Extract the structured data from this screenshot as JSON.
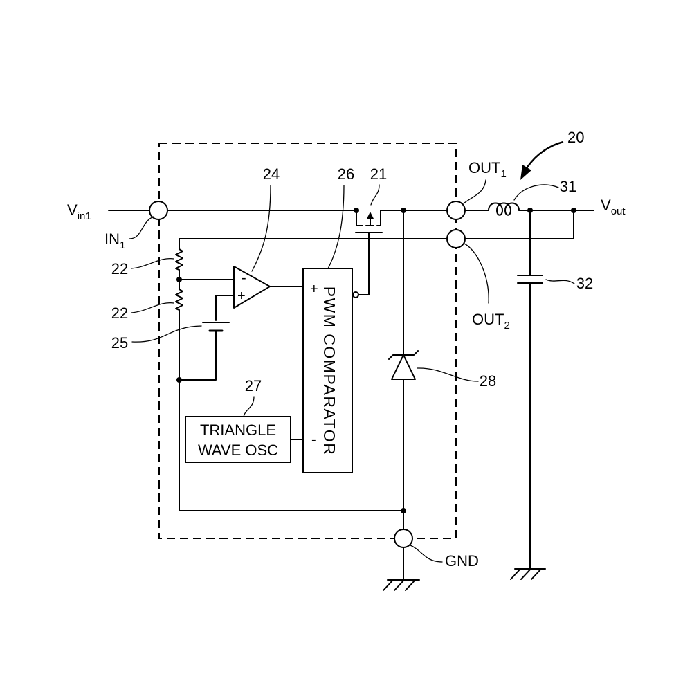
{
  "labels": {
    "ref_20": "20",
    "ref_21": "21",
    "ref_22_upper": "22",
    "ref_22_lower": "22",
    "ref_24": "24",
    "ref_25": "25",
    "ref_26": "26",
    "ref_27": "27",
    "ref_28": "28",
    "ref_31": "31",
    "ref_32": "32"
  },
  "terminals": {
    "in1": {
      "name": "IN",
      "sub": "1"
    },
    "out1": {
      "name": "OUT",
      "sub": "1"
    },
    "out2": {
      "name": "OUT",
      "sub": "2"
    },
    "gnd": "GND"
  },
  "signals": {
    "vin": {
      "name": "V",
      "sub": "in1"
    },
    "vout": {
      "name": "V",
      "sub": "out"
    }
  },
  "pwm_comparator": {
    "label": "PWM COMPARATOR",
    "plus": "+",
    "minus": "-"
  },
  "oscillator": {
    "line1": "TRIANGLE",
    "line2": "WAVE OSC"
  },
  "error_amp": {
    "minus": "-",
    "plus": "+"
  }
}
